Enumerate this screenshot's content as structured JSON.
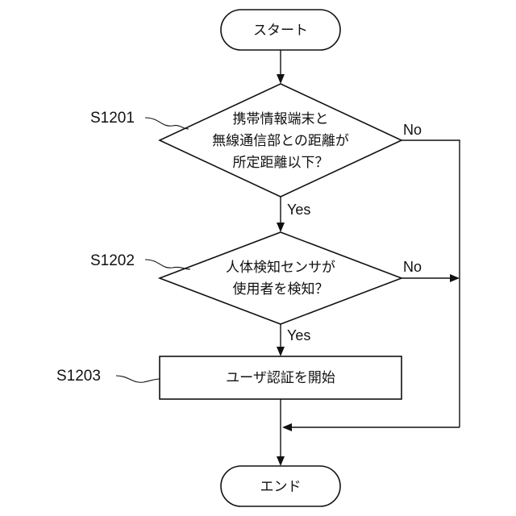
{
  "nodes": {
    "start": {
      "text": "スタート"
    },
    "decision1": {
      "step": "S1201",
      "lines": [
        "携帯情報端末と",
        "無線通信部との距離が",
        "所定距離以下？"
      ]
    },
    "decision2": {
      "step": "S1202",
      "lines": [
        "人体検知センサが",
        "使用者を検知？"
      ]
    },
    "process1": {
      "step": "S1203",
      "text": "ユーザ認証を開始"
    },
    "end": {
      "text": "エンド"
    }
  },
  "branches": {
    "d1_yes": "Yes",
    "d1_no": "No",
    "d2_yes": "Yes",
    "d2_no": "No"
  }
}
